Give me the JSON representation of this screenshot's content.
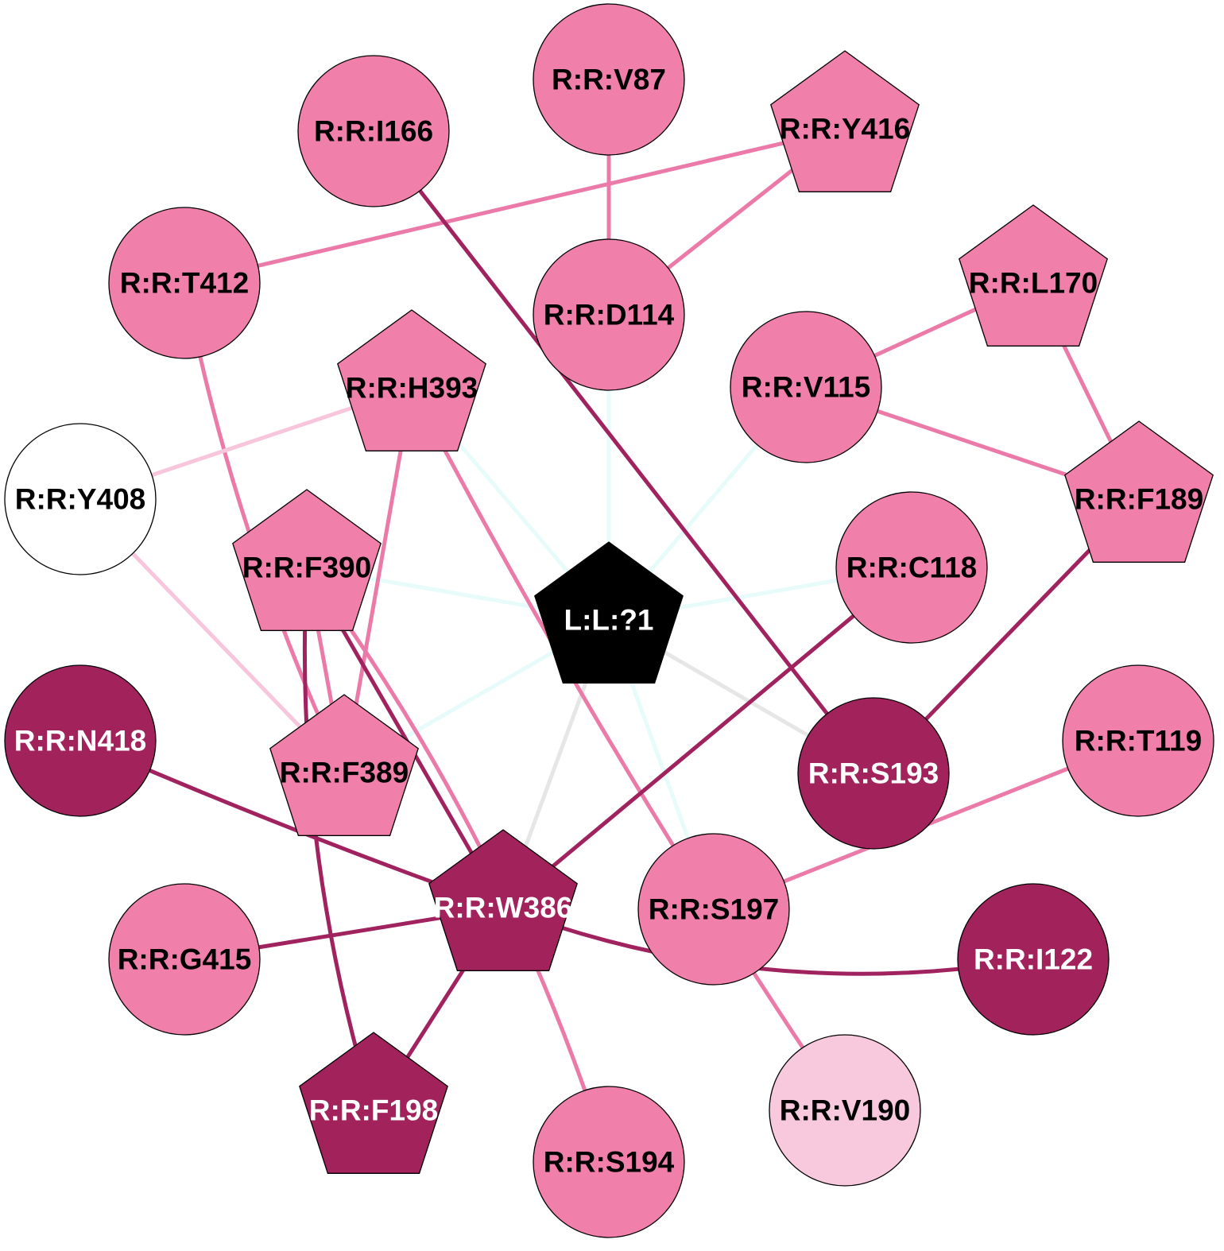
{
  "colors": {
    "medium": "#f07faa",
    "dark": "#a2225c",
    "light": "#f8c8dc",
    "white": "#ffffff",
    "ligand": "#000000",
    "edge_medium": "#ec7aa8",
    "edge_dark": "#a0225e",
    "edge_light": "#f8c6dc",
    "edge_cyan": "#e6fbfa",
    "edge_gray": "#e6e6e6"
  },
  "nodes": [
    {
      "id": "L:L:?1",
      "label": "L:L:?1",
      "shape": "pentagon",
      "fill": "ligand",
      "text": "white"
    },
    {
      "id": "R:R:V87",
      "label": "R:R:V87",
      "shape": "circle",
      "fill": "medium",
      "text": "black"
    },
    {
      "id": "R:R:I166",
      "label": "R:R:I166",
      "shape": "circle",
      "fill": "medium",
      "text": "black"
    },
    {
      "id": "R:R:Y416",
      "label": "R:R:Y416",
      "shape": "pentagon",
      "fill": "medium",
      "text": "black"
    },
    {
      "id": "R:R:T412",
      "label": "R:R:T412",
      "shape": "circle",
      "fill": "medium",
      "text": "black"
    },
    {
      "id": "R:R:D114",
      "label": "R:R:D114",
      "shape": "circle",
      "fill": "medium",
      "text": "black"
    },
    {
      "id": "R:R:L170",
      "label": "R:R:L170",
      "shape": "pentagon",
      "fill": "medium",
      "text": "black"
    },
    {
      "id": "R:R:H393",
      "label": "R:R:H393",
      "shape": "pentagon",
      "fill": "medium",
      "text": "black"
    },
    {
      "id": "R:R:V115",
      "label": "R:R:V115",
      "shape": "circle",
      "fill": "medium",
      "text": "black"
    },
    {
      "id": "R:R:Y408",
      "label": "R:R:Y408",
      "shape": "circle",
      "fill": "white",
      "text": "black"
    },
    {
      "id": "R:R:F189",
      "label": "R:R:F189",
      "shape": "pentagon",
      "fill": "medium",
      "text": "black"
    },
    {
      "id": "R:R:F390",
      "label": "R:R:F390",
      "shape": "pentagon",
      "fill": "medium",
      "text": "black"
    },
    {
      "id": "R:R:C118",
      "label": "R:R:C118",
      "shape": "circle",
      "fill": "medium",
      "text": "black"
    },
    {
      "id": "R:R:N418",
      "label": "R:R:N418",
      "shape": "circle",
      "fill": "dark",
      "text": "white"
    },
    {
      "id": "R:R:F389",
      "label": "R:R:F389",
      "shape": "pentagon",
      "fill": "medium",
      "text": "black"
    },
    {
      "id": "R:R:S193",
      "label": "R:R:S193",
      "shape": "circle",
      "fill": "dark",
      "text": "white"
    },
    {
      "id": "R:R:T119",
      "label": "R:R:T119",
      "shape": "circle",
      "fill": "medium",
      "text": "black"
    },
    {
      "id": "R:R:W386",
      "label": "R:R:W386",
      "shape": "pentagon",
      "fill": "dark",
      "text": "white"
    },
    {
      "id": "R:R:S197",
      "label": "R:R:S197",
      "shape": "circle",
      "fill": "medium",
      "text": "black"
    },
    {
      "id": "R:R:G415",
      "label": "R:R:G415",
      "shape": "circle",
      "fill": "medium",
      "text": "black"
    },
    {
      "id": "R:R:I122",
      "label": "R:R:I122",
      "shape": "circle",
      "fill": "dark",
      "text": "white"
    },
    {
      "id": "R:R:F198",
      "label": "R:R:F198",
      "shape": "pentagon",
      "fill": "dark",
      "text": "white"
    },
    {
      "id": "R:R:S194",
      "label": "R:R:S194",
      "shape": "circle",
      "fill": "medium",
      "text": "black"
    },
    {
      "id": "R:R:V190",
      "label": "R:R:V190",
      "shape": "circle",
      "fill": "light",
      "text": "black"
    }
  ],
  "edges": [
    {
      "source": "L:L:?1",
      "target": "R:R:D114",
      "color": "edge_cyan"
    },
    {
      "source": "L:L:?1",
      "target": "R:R:H393",
      "color": "edge_cyan"
    },
    {
      "source": "L:L:?1",
      "target": "R:R:V115",
      "color": "edge_cyan"
    },
    {
      "source": "L:L:?1",
      "target": "R:R:F390",
      "color": "edge_cyan"
    },
    {
      "source": "L:L:?1",
      "target": "R:R:C118",
      "color": "edge_cyan"
    },
    {
      "source": "L:L:?1",
      "target": "R:R:F389",
      "color": "edge_cyan"
    },
    {
      "source": "L:L:?1",
      "target": "R:R:S197",
      "color": "edge_cyan"
    },
    {
      "source": "L:L:?1",
      "target": "R:R:S193",
      "color": "edge_gray"
    },
    {
      "source": "L:L:?1",
      "target": "R:R:W386",
      "color": "edge_gray"
    },
    {
      "source": "R:R:V87",
      "target": "R:R:D114",
      "color": "edge_medium"
    },
    {
      "source": "R:R:Y416",
      "target": "R:R:D114",
      "color": "edge_medium"
    },
    {
      "source": "R:R:Y416",
      "target": "R:R:T412",
      "color": "edge_medium"
    },
    {
      "source": "R:R:I166",
      "target": "R:R:S193",
      "color": "edge_dark"
    },
    {
      "source": "R:R:L170",
      "target": "R:R:V115",
      "color": "edge_medium"
    },
    {
      "source": "R:R:L170",
      "target": "R:R:F189",
      "color": "edge_medium"
    },
    {
      "source": "R:R:V115",
      "target": "R:R:F189",
      "color": "edge_medium"
    },
    {
      "source": "R:R:F189",
      "target": "R:R:S193",
      "color": "edge_dark"
    },
    {
      "source": "R:R:T412",
      "target": "R:R:F389",
      "color": "edge_medium",
      "curve": 40
    },
    {
      "source": "R:R:H393",
      "target": "R:R:Y408",
      "color": "edge_light"
    },
    {
      "source": "R:R:H393",
      "target": "R:R:F389",
      "color": "edge_medium"
    },
    {
      "source": "R:R:H393",
      "target": "R:R:V190",
      "color": "edge_medium",
      "curve": 30
    },
    {
      "source": "R:R:Y408",
      "target": "R:R:F389",
      "color": "edge_light"
    },
    {
      "source": "R:R:F390",
      "target": "R:R:F389",
      "color": "edge_medium"
    },
    {
      "source": "R:R:F390",
      "target": "R:R:W386",
      "color": "edge_dark"
    },
    {
      "source": "R:R:F390",
      "target": "R:R:F198",
      "color": "edge_dark",
      "curve": 60
    },
    {
      "source": "R:R:F390",
      "target": "R:R:S194",
      "color": "edge_medium",
      "curve": -70
    },
    {
      "source": "R:R:C118",
      "target": "R:R:W386",
      "color": "edge_dark"
    },
    {
      "source": "R:R:N418",
      "target": "R:R:W386",
      "color": "edge_dark",
      "curve": 10
    },
    {
      "source": "R:R:T119",
      "target": "R:R:S197",
      "color": "edge_medium"
    },
    {
      "source": "R:R:W386",
      "target": "R:R:G415",
      "color": "edge_dark"
    },
    {
      "source": "R:R:W386",
      "target": "R:R:I122",
      "color": "edge_dark",
      "curve": 90
    },
    {
      "source": "R:R:W386",
      "target": "R:R:F198",
      "color": "edge_dark"
    }
  ]
}
